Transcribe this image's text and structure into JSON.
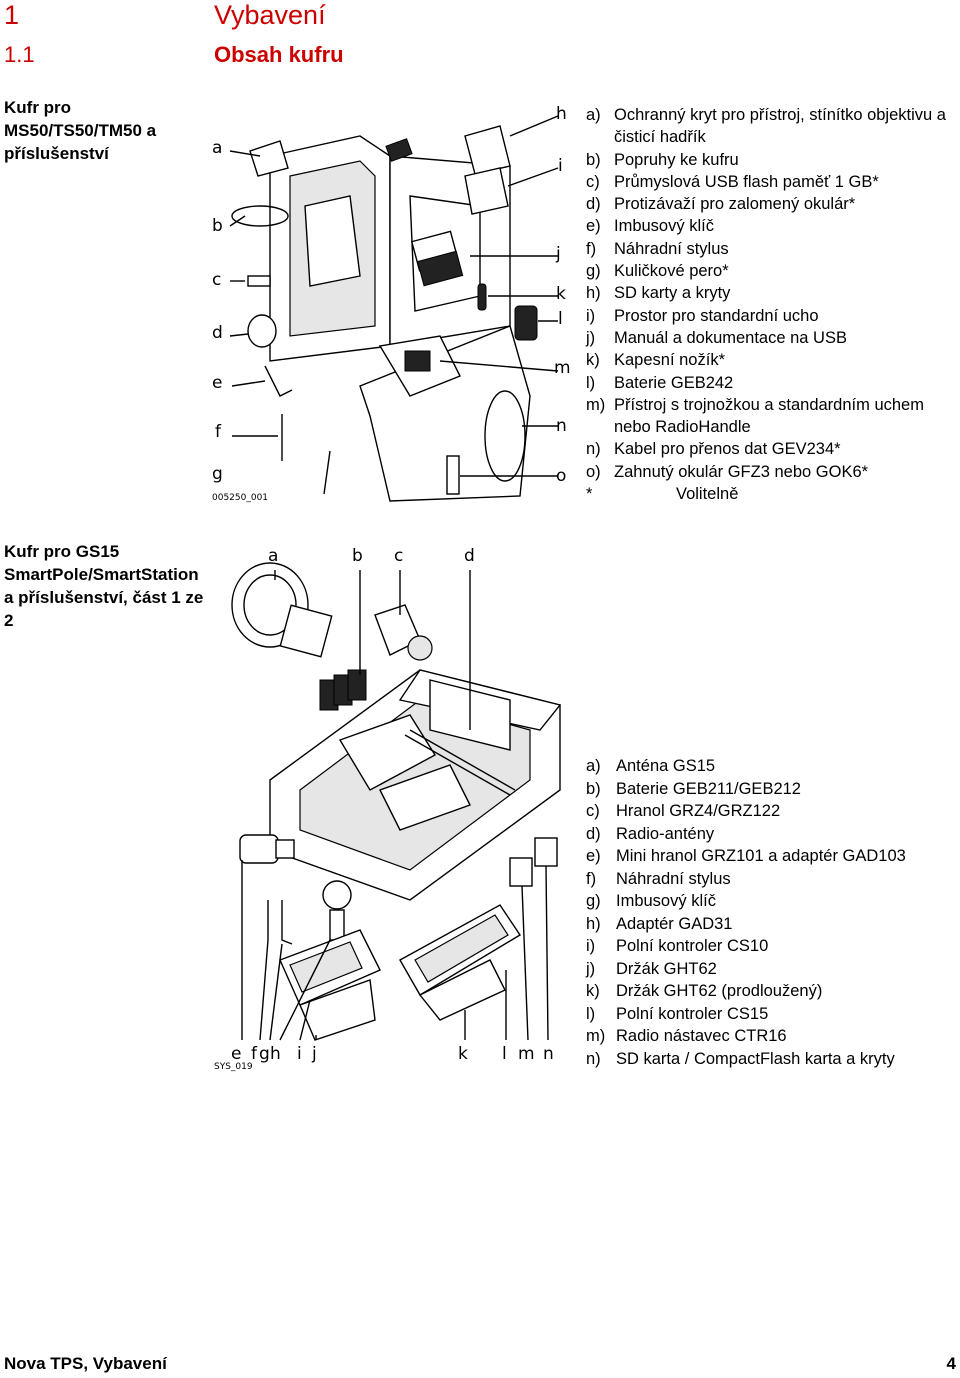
{
  "chapter": {
    "number": "1",
    "title": "Vybavení"
  },
  "section": {
    "number": "1.1",
    "title": "Obsah kufru"
  },
  "block1": {
    "label": "Kufr pro MS50/TS50/TM50 a příslušenství",
    "figure_id": "005250_001",
    "letters_left": [
      "a",
      "b",
      "c",
      "d",
      "e",
      "f",
      "g"
    ],
    "letters_right": [
      "h",
      "i",
      "j",
      "k",
      "l",
      "m",
      "n",
      "o"
    ],
    "items": [
      {
        "key": "a)",
        "text": "Ochranný kryt pro přístroj, stínítko objektivu a čisticí hadřík"
      },
      {
        "key": "b)",
        "text": "Popruhy ke kufru"
      },
      {
        "key": "c)",
        "text": "Průmyslová USB flash paměť 1 GB*"
      },
      {
        "key": "d)",
        "text": "Protizávaží pro zalomený okulár*"
      },
      {
        "key": "e)",
        "text": "Imbusový klíč"
      },
      {
        "key": "f)",
        "text": "Náhradní stylus"
      },
      {
        "key": "g)",
        "text": "Kuličkové pero*"
      },
      {
        "key": "h)",
        "text": "SD karty a kryty"
      },
      {
        "key": "i)",
        "text": "Prostor pro standardní ucho"
      },
      {
        "key": "j)",
        "text": "Manuál a dokumentace na USB"
      },
      {
        "key": "k)",
        "text": "Kapesní nožík*"
      },
      {
        "key": "l)",
        "text": "Baterie GEB242"
      },
      {
        "key": "m)",
        "text": "Přístroj s trojnožkou a standardním uchem nebo RadioHandle"
      },
      {
        "key": "n)",
        "text": "Kabel pro přenos dat GEV234*"
      },
      {
        "key": "o)",
        "text": "Zahnutý okulár GFZ3 nebo GOK6*"
      },
      {
        "key": "*",
        "text": "Volitelně"
      }
    ]
  },
  "block2": {
    "label": "Kufr pro GS15 SmartPole/SmartStation a příslušenství, část 1 ze 2",
    "figure_id": "SYS_019",
    "letters_top": [
      "a",
      "b",
      "c",
      "d"
    ],
    "letters_bottom": [
      "e",
      "f",
      "g",
      "h",
      "i",
      "j",
      "k",
      "l",
      "m",
      "n"
    ],
    "items": [
      {
        "key": "a)",
        "text": "Anténa GS15"
      },
      {
        "key": "b)",
        "text": "Baterie GEB211/GEB212"
      },
      {
        "key": "c)",
        "text": "Hranol GRZ4/GRZ122"
      },
      {
        "key": "d)",
        "text": "Radio-antény"
      },
      {
        "key": "e)",
        "text": "Mini hranol GRZ101 a adaptér GAD103"
      },
      {
        "key": "f)",
        "text": "Náhradní stylus"
      },
      {
        "key": "g)",
        "text": "Imbusový klíč"
      },
      {
        "key": "h)",
        "text": "Adaptér GAD31"
      },
      {
        "key": "i)",
        "text": "Polní kontroler CS10"
      },
      {
        "key": "j)",
        "text": "Držák GHT62"
      },
      {
        "key": "k)",
        "text": "Držák GHT62 (prodloužený)"
      },
      {
        "key": "l)",
        "text": "Polní kontroler CS15"
      },
      {
        "key": "m)",
        "text": "Radio nástavec CTR16"
      },
      {
        "key": "n)",
        "text": "SD karta / CompactFlash karta a kryty"
      }
    ]
  },
  "footer": {
    "left": "Nova TPS, Vybavení",
    "page": "4"
  }
}
